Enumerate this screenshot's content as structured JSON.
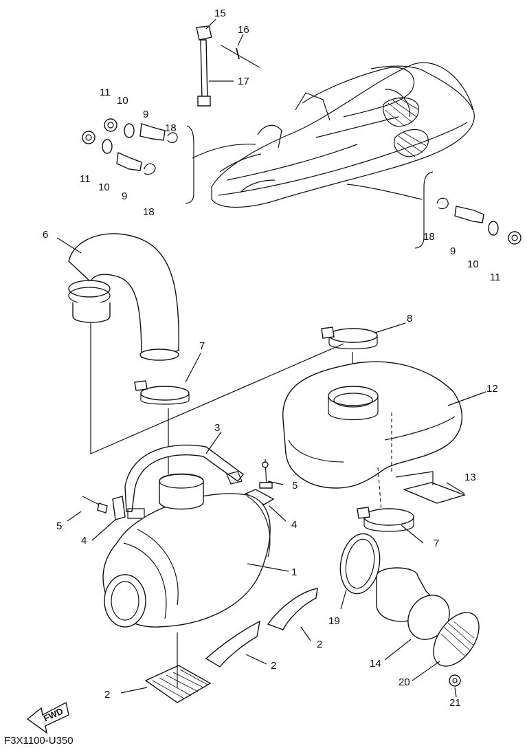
{
  "diagram": {
    "figure_code": "F3X1100-U350",
    "fwd_label": "FWD",
    "callouts": {
      "n1": "1",
      "n2a": "2",
      "n2b": "2",
      "n2c": "2",
      "n3": "3",
      "n4a": "4",
      "n4b": "4",
      "n5a": "5",
      "n5b": "5",
      "n6": "6",
      "n7a": "7",
      "n7b": "7",
      "n8": "8",
      "n9a": "9",
      "n9b": "9",
      "n9c": "9",
      "n10a": "10",
      "n10b": "10",
      "n10c": "10",
      "n11a": "11",
      "n11b": "11",
      "n11c": "11",
      "n12": "12",
      "n13": "13",
      "n14": "14",
      "n15": "15",
      "n16": "16",
      "n17": "17",
      "n18a": "18",
      "n18b": "18",
      "n18c": "18",
      "n19": "19",
      "n20": "20",
      "n21": "21"
    }
  }
}
